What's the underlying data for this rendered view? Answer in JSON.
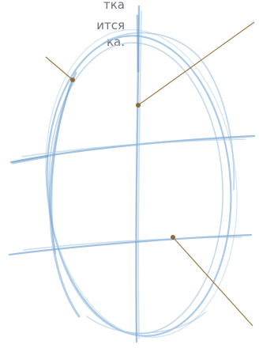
{
  "caption": {
    "line1": "тка",
    "line2": "ится",
    "line3": "ка."
  },
  "colors": {
    "sketch_blue": "#8fb8dd",
    "sketch_blue_light": "#b8d3ec",
    "leader_brown": "#9a7a45",
    "text_gray": "#6b6f73"
  }
}
